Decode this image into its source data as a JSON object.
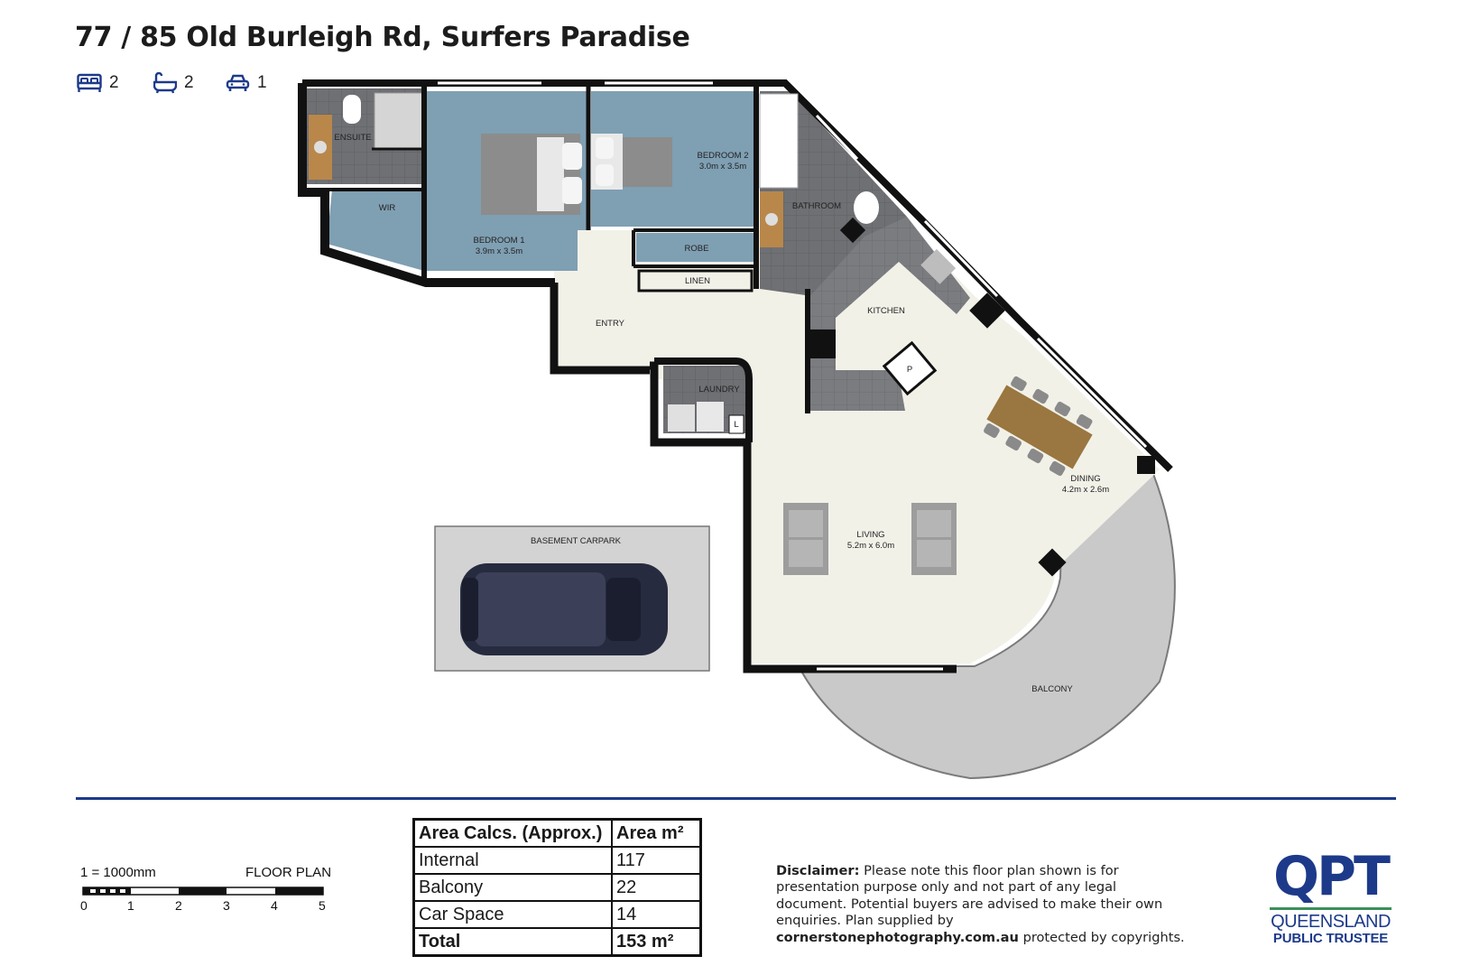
{
  "header": {
    "title": "77 / 85 Old Burleigh Rd, Surfers Paradise",
    "features": [
      {
        "icon": "bed-icon",
        "count": "2"
      },
      {
        "icon": "bath-icon",
        "count": "2"
      },
      {
        "icon": "car-icon",
        "count": "1"
      }
    ]
  },
  "floorplan": {
    "rooms": {
      "ensuite": "ENSUITE",
      "wir": "WIR",
      "bedroom1": "BEDROOM 1",
      "bedroom1_dims": "3.9m x 3.5m",
      "bedroom2": "BEDROOM 2",
      "bedroom2_dims": "3.0m x 3.5m",
      "robe": "ROBE",
      "bathroom": "BATHROOM",
      "linen": "LINEN",
      "entry": "ENTRY",
      "kitchen": "KITCHEN",
      "pantry": "P",
      "laundry": "LAUNDRY",
      "laundry_tub": "L",
      "dining": "DINING",
      "dining_dims": "4.2m x 2.6m",
      "living": "LIVING",
      "living_dims": "5.2m x 6.0m",
      "balcony": "BALCONY",
      "carpark": "BASEMENT CARPARK"
    },
    "colors": {
      "bedroom": "#7f9fb3",
      "living": "#f2f1e8",
      "tile": "#6f6f73",
      "wall": "#111111",
      "balcony": "#c9c9c9",
      "accent": "#1d3a8a"
    }
  },
  "scale": {
    "ratio": "1 = 1000mm",
    "label": "FLOOR PLAN",
    "ticks": [
      "0",
      "1",
      "2",
      "3",
      "4",
      "5"
    ]
  },
  "area_table": {
    "headers": [
      "Area Calcs. (Approx.)",
      "Area m²"
    ],
    "rows": [
      [
        "Internal",
        "117"
      ],
      [
        "Balcony",
        "22"
      ],
      [
        "Car Space",
        "14"
      ]
    ],
    "total": [
      "Total",
      "153 m²"
    ]
  },
  "disclaimer": {
    "lead": "Disclaimer:",
    "text": "Please note this floor plan shown is for presentation purpose only and not part of any legal document. Potential buyers are advised to make their own enquiries. Plan supplied by",
    "link": "cornerstonephotography.com.au",
    "tail": "protected by copyrights."
  },
  "logo": {
    "mark": "QPT",
    "line1": "QUEENSLAND",
    "line2": "PUBLIC TRUSTEE"
  }
}
